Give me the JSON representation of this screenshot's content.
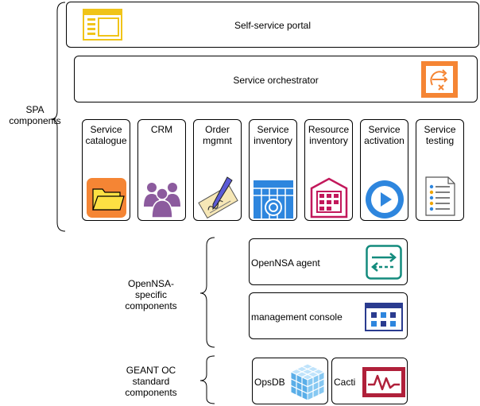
{
  "spa": {
    "label": "SPA\ncomponents",
    "portal": {
      "label": "Self-service portal",
      "icon": "browser-window-icon"
    },
    "orchestrator": {
      "label": "Service orchestrator",
      "icon": "orchestration-icon"
    },
    "components": [
      {
        "label": "Service\ncatalogue",
        "icon": "folder-icon"
      },
      {
        "label": "CRM",
        "icon": "users-group-icon"
      },
      {
        "label": "Order\nmgmnt",
        "icon": "signed-contract-icon"
      },
      {
        "label": "Service\ninventory",
        "icon": "inventory-grid-icon"
      },
      {
        "label": "Resource\ninventory",
        "icon": "datacenter-icon"
      },
      {
        "label": "Service\nactivation",
        "icon": "play-circle-icon"
      },
      {
        "label": "Service\ntesting",
        "icon": "checklist-icon"
      }
    ]
  },
  "opennsa": {
    "label": "OpenNSA-\nspecific\ncomponents",
    "agent": {
      "label": "OpenNSA agent",
      "icon": "exchange-arrows-icon"
    },
    "console": {
      "label": "management console",
      "icon": "dashboard-window-icon"
    }
  },
  "geant": {
    "label": "GEANT OC\nstandard\ncomponents",
    "opsdb": {
      "label": "OpsDB",
      "icon": "database-cube-icon"
    },
    "cacti": {
      "label": "Cacti",
      "icon": "monitoring-graph-icon"
    }
  },
  "colors": {
    "yellow": "#f0c419",
    "orange": "#f58534",
    "purple": "#8c5b9e",
    "blue": "#2e86de",
    "teal": "#138b7d",
    "navy": "#2a3b8f",
    "crimson": "#b0203a",
    "pinkred": "#c2185b"
  }
}
